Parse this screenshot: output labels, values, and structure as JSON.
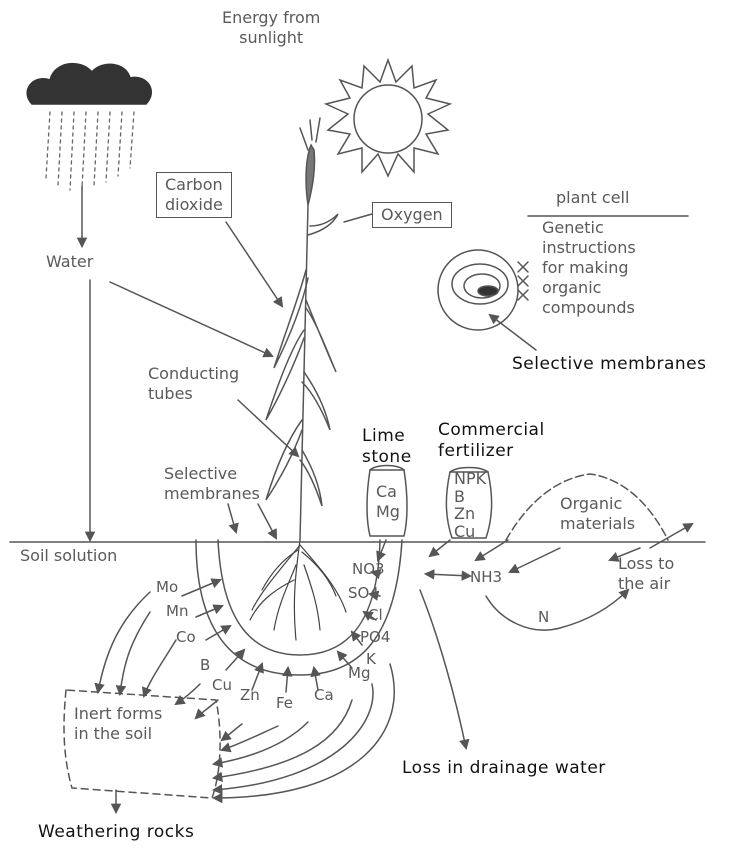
{
  "diagram": {
    "sun_label": "Energy from\nsunlight",
    "carbon_dioxide": "Carbon\ndioxide",
    "oxygen": "Oxygen",
    "water": "Water",
    "conducting_tubes": "Conducting\ntubes",
    "selective_membranes_plant": "Selective\nmembranes",
    "selective_membranes_cell": "Selective membranes",
    "plant_cell": "plant cell",
    "genetic_instructions": "Genetic\ninstructions\nfor making\norganic\ncompounds",
    "lime_stone": "Lime\nstone",
    "lime_contents": "Ca\nMg",
    "commercial_fertilizer": "Commercial\nfertilizer",
    "fertilizer_contents": "NPK\nB\nZn\nCu",
    "organic_materials": "Organic\nmaterials",
    "soil_solution": "Soil solution",
    "loss_to_air": "Loss to\nthe air",
    "loss_in_drainage": "Loss in drainage water",
    "inert_forms": "Inert forms\nin the soil",
    "weathering_rocks": "Weathering rocks",
    "nutrients": {
      "mo": "Mo",
      "mn": "Mn",
      "co": "Co",
      "b": "B",
      "cu": "Cu",
      "zn": "Zn",
      "fe": "Fe",
      "ca": "Ca",
      "k": "K",
      "mg": "Mg",
      "po4": "PO4",
      "cl": "Cl",
      "so4": "SO4",
      "no3": "NO3",
      "nh3": "NH3",
      "n": "N"
    }
  }
}
